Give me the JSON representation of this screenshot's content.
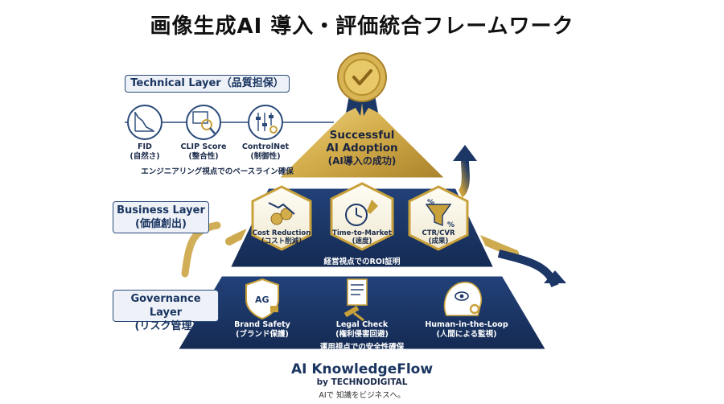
{
  "title": "画像生成AI 導入・評価統合フレームワーク",
  "top": {
    "line1": "Successful",
    "line2": "AI Adoption",
    "line3": "(AI導入の成功)"
  },
  "technical_layer": {
    "label": "Technical Layer（品質担保）",
    "metrics": [
      {
        "name": "FID",
        "sub": "(自然さ)",
        "icon": "declining-chart-icon"
      },
      {
        "name": "CLIP Score",
        "sub": "(整合性)",
        "icon": "image-magnifier-icon"
      },
      {
        "name": "ControlNet",
        "sub": "(制御性)",
        "icon": "sliders-gear-icon"
      }
    ],
    "caption": "エンジニアリング視点でのベースライン確保"
  },
  "business_layer": {
    "label_line1": "Business Layer",
    "label_line2": "(価値創出)",
    "metrics": [
      {
        "name": "Cost Reduction",
        "sub": "(コスト削減)",
        "icon": "coins-chart-icon"
      },
      {
        "name": "Time-to-Market",
        "sub": "(速度)",
        "icon": "stopwatch-rocket-icon"
      },
      {
        "name": "CTR/CVR",
        "sub": "(成果)",
        "icon": "funnel-percent-icon"
      }
    ],
    "caption": "経営視点でのROI証明"
  },
  "governance_layer": {
    "label_line1": "Governance Layer",
    "label_line2": "(リスク管理)",
    "metrics": [
      {
        "name": "Brand Safety",
        "sub": "(ブランド保護)",
        "icon": "shield-lock-icon"
      },
      {
        "name": "Legal Check",
        "sub": "(権利侵害回避)",
        "icon": "document-gavel-icon"
      },
      {
        "name": "Human-in-the-Loop",
        "sub": "(人間による監視)",
        "icon": "head-eye-gear-icon"
      }
    ],
    "caption": "運用視点での安全性確保"
  },
  "brand": {
    "name": "AI KnowledgeFlow",
    "by": "by TECHNODIGITAL",
    "tagline": "AIで 知識をビジネスへ。"
  },
  "colors": {
    "navy": "#1c3766",
    "navy_dark": "#13284d",
    "gold": "#c9a13b",
    "gold_light": "#efd68a"
  }
}
